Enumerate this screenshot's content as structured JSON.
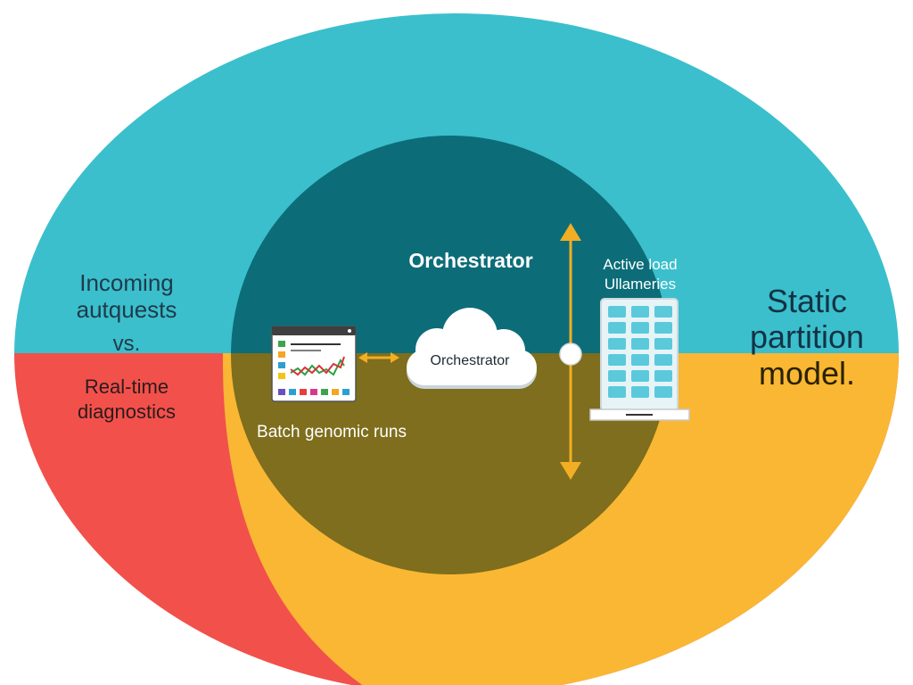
{
  "colors": {
    "outer_teal": "#3bbfcc",
    "outer_red": "#f2504b",
    "outer_orange": "#f9b733",
    "inner_teal": "#0c6d79",
    "inner_olive": "#7e6e1d",
    "arrow": "#f2ae24",
    "cloud": "#ffffff",
    "server_cells": "#5bc9dc"
  },
  "labels": {
    "left_top": "Incoming\nautquests",
    "left_vs": "vs.",
    "left_bottom": "Real-time\ndiagnostics",
    "right_top": "Static\npartition",
    "right_bottom": "model.",
    "orchestrator_title": "Orchestrator",
    "cloud_label": "Orchestrator",
    "active_load": "Active load\nUllameries",
    "batch": "Batch genomic runs"
  },
  "icons": {
    "dashboard": "dashboard-chart-icon",
    "cloud": "cloud-icon",
    "server": "server-rack-icon",
    "double_arrow": "double-arrow-icon",
    "vertical_arrow": "vertical-double-arrow-icon"
  }
}
